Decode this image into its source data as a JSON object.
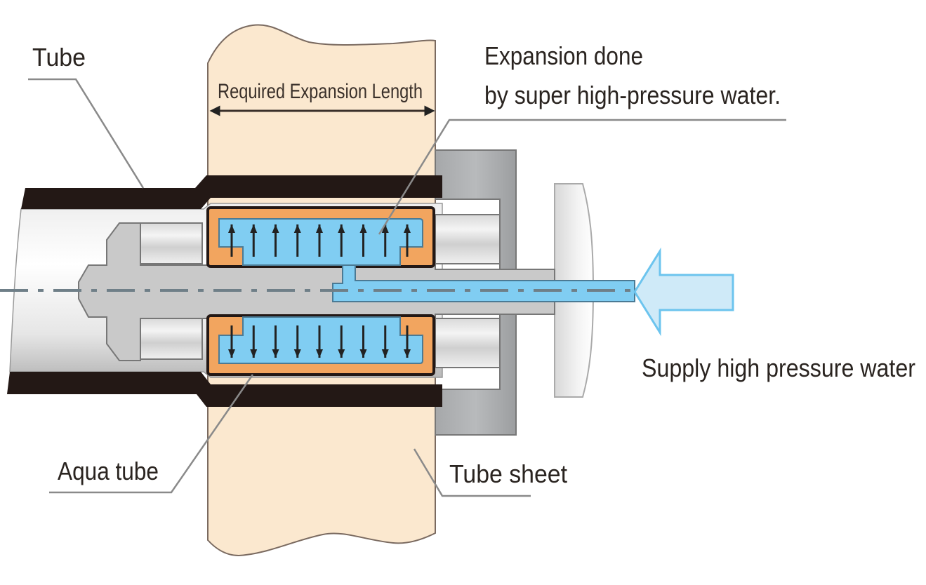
{
  "diagram": {
    "title": "Hydraulic tube expansion using aqua tube",
    "labels": {
      "tube": "Tube",
      "required_length": "Required Expansion Length",
      "expansion_line1": "Expansion done",
      "expansion_line2": "by super high-pressure water.",
      "supply": "Supply high pressure water",
      "aqua_tube": "Aqua tube",
      "tube_sheet": "Tube sheet"
    },
    "arrow_counts": {
      "up": 9,
      "down": 9
    },
    "colors": {
      "tube": "#231815",
      "tube_sheet": "#fbe8cf",
      "aqua_tube": "#f2a55f",
      "water": "#80cdf2",
      "mandrel": "#c8c8c8",
      "supply_arrow": "#cfeaf8",
      "supply_arrow_border": "#6cc4ee",
      "leader_line": "#8a8a8a"
    }
  }
}
